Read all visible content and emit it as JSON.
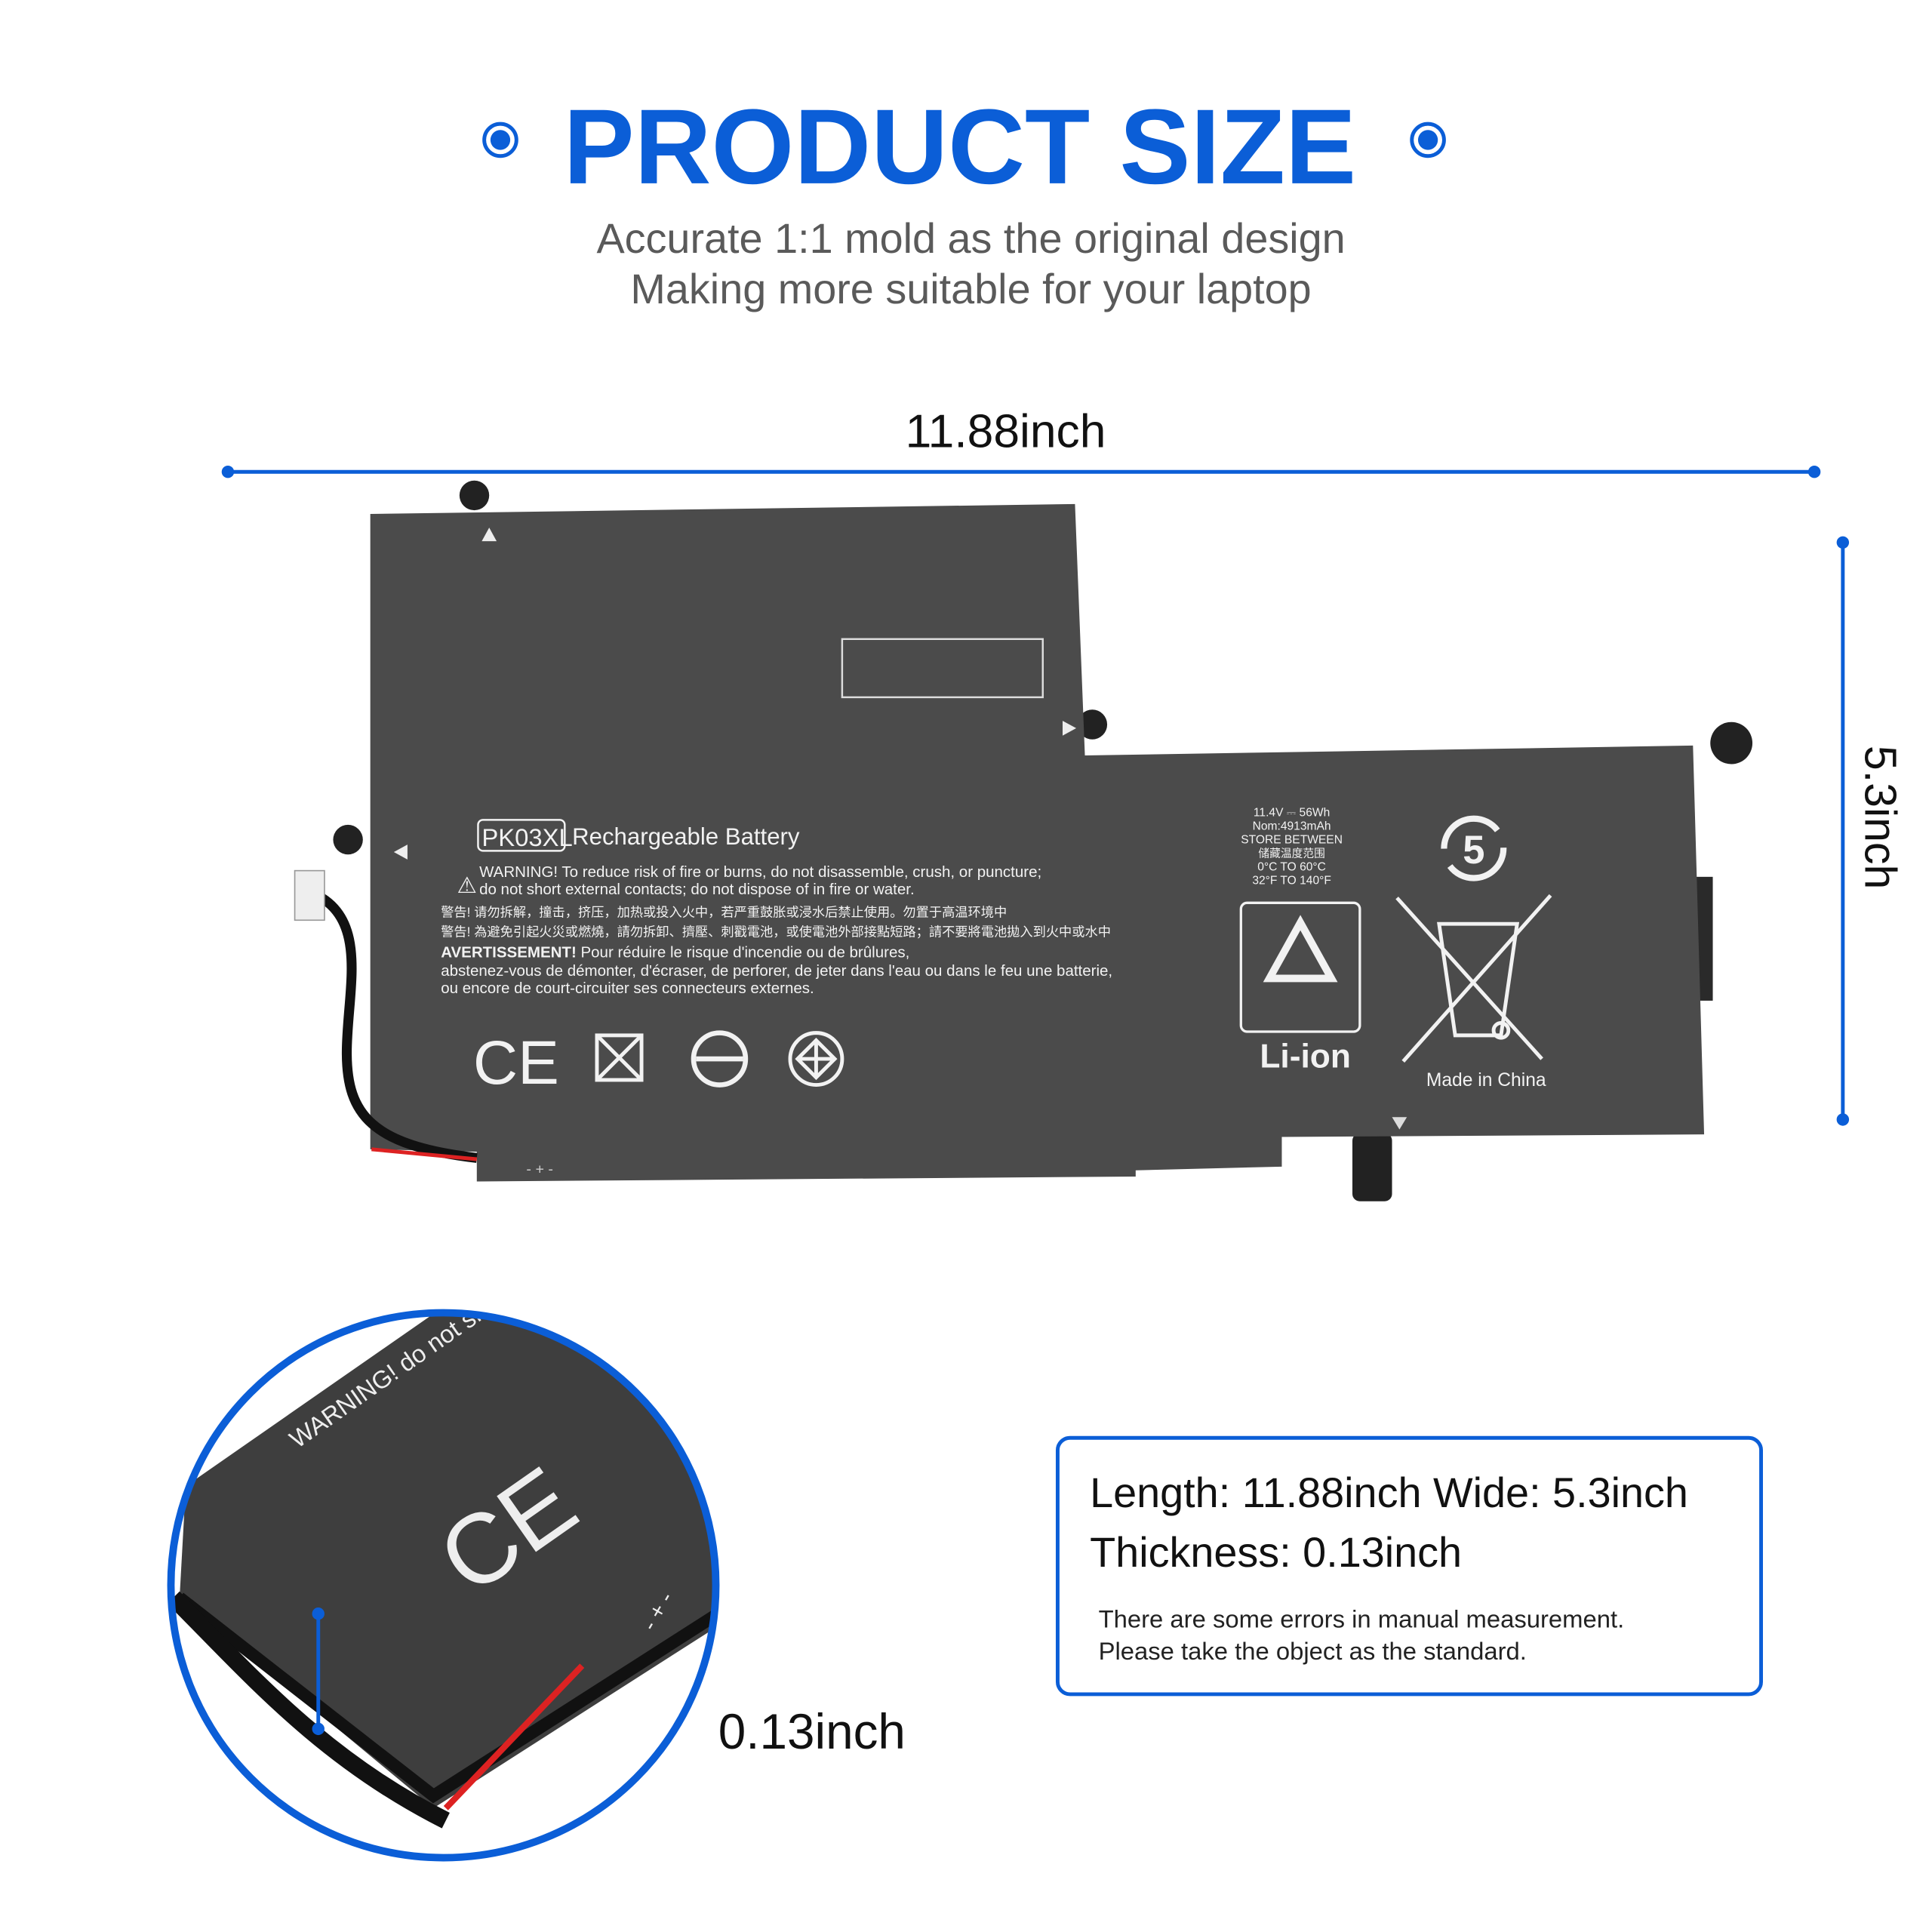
{
  "header": {
    "title": "PRODUCT SIZE",
    "subtitle_line1": "Accurate 1:1 mold as the original design",
    "subtitle_line2": "Making more suitable for your laptop"
  },
  "dimensions": {
    "length_label": "11.88inch",
    "width_label": "5.3inch",
    "thickness_label": "0.13inch"
  },
  "battery_label": {
    "model": "PK03XL",
    "type": "Rechargeable Battery",
    "warning_en_1": "WARNING! To reduce risk of fire or burns, do not disassemble, crush, or puncture;",
    "warning_en_2": "do not short external contacts; do not dispose of in fire or water.",
    "warning_zh_1": "警告! 请勿拆解，撞击，挤压，加热或投入火中，若严重鼓胀或浸水后禁止使用。勿置于高温环境中",
    "warning_zh_2": "警告! 為避免引起火災或燃燒，請勿拆卸、擠壓、刺戳電池，或使電池外部接點短路；請不要將電池拋入到火中或水中",
    "warning_fr_bold": "AVERTISSEMENT!",
    "warning_fr_1": " Pour réduire le risque d'incendie ou de brûlures,",
    "warning_fr_2": "abstenez-vous de démonter, d'écraser, de perforer, de jeter dans l'eau ou dans le feu une batterie,",
    "warning_fr_3": "ou encore de court-circuiter ses connecteurs externes.",
    "spec_1": "11.4V ⎓ 56Wh",
    "spec_2": "Nom:4913mAh",
    "spec_3": "STORE BETWEEN",
    "spec_4": "储藏温度范围",
    "spec_5": "0°C TO 60°C",
    "spec_6": "32°F TO 140°F",
    "chemistry": "Li-ion",
    "origin": "Made in China",
    "ce_mark": "CE",
    "epup_years": "5",
    "polarity": "- + -"
  },
  "closeup": {
    "warning_text": "WARNING! do not short ex",
    "ce_mark": "CE",
    "polarity": "- + -"
  },
  "spec_box": {
    "line1": "Length: 11.88inch Wide: 5.3inch",
    "line2": "Thickness: 0.13inch",
    "note1": "There are some errors in manual measurement.",
    "note2": "Please take the object as the standard."
  },
  "colors": {
    "accent": "#0b5ed7",
    "battery": "#4b4b4b",
    "text_gray": "#5a5a5a"
  }
}
